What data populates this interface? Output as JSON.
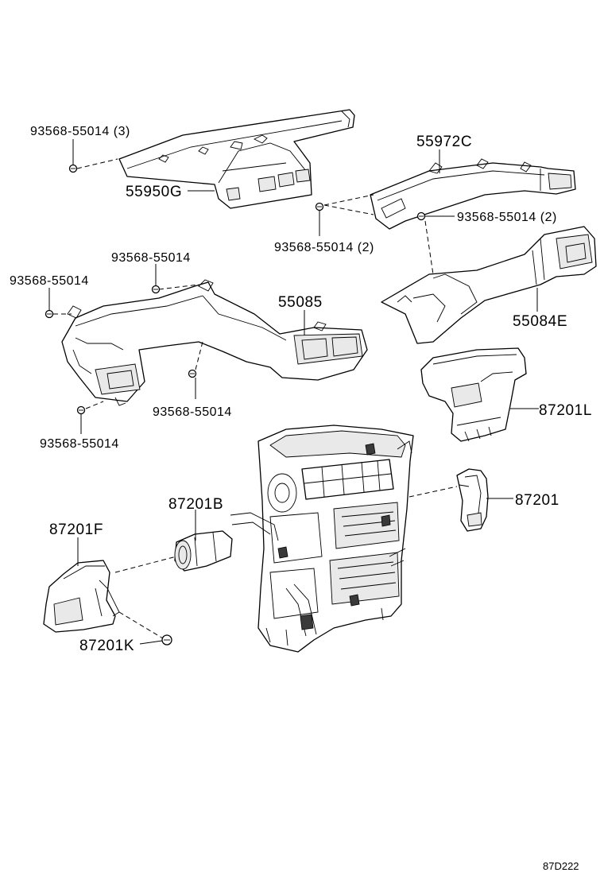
{
  "diagram": {
    "labels": {
      "bolt_top_left": "93568-55014 (3)",
      "p55972c": "55972C",
      "p55950g": "55950G",
      "bolt_mid_left": "93568-55014 (2)",
      "bolt_mid_right": "93568-55014 (2)",
      "bolt_a": "93568-55014",
      "bolt_b": "93568-55014",
      "p55085": "55085",
      "p55084e": "55084E",
      "bolt_c": "93568-55014",
      "bolt_d": "93568-55014",
      "p87201l": "87201L",
      "p87201b": "87201B",
      "p87201": "87201",
      "p87201f": "87201F",
      "p87201k": "87201K"
    },
    "figure_code": "87D222"
  }
}
